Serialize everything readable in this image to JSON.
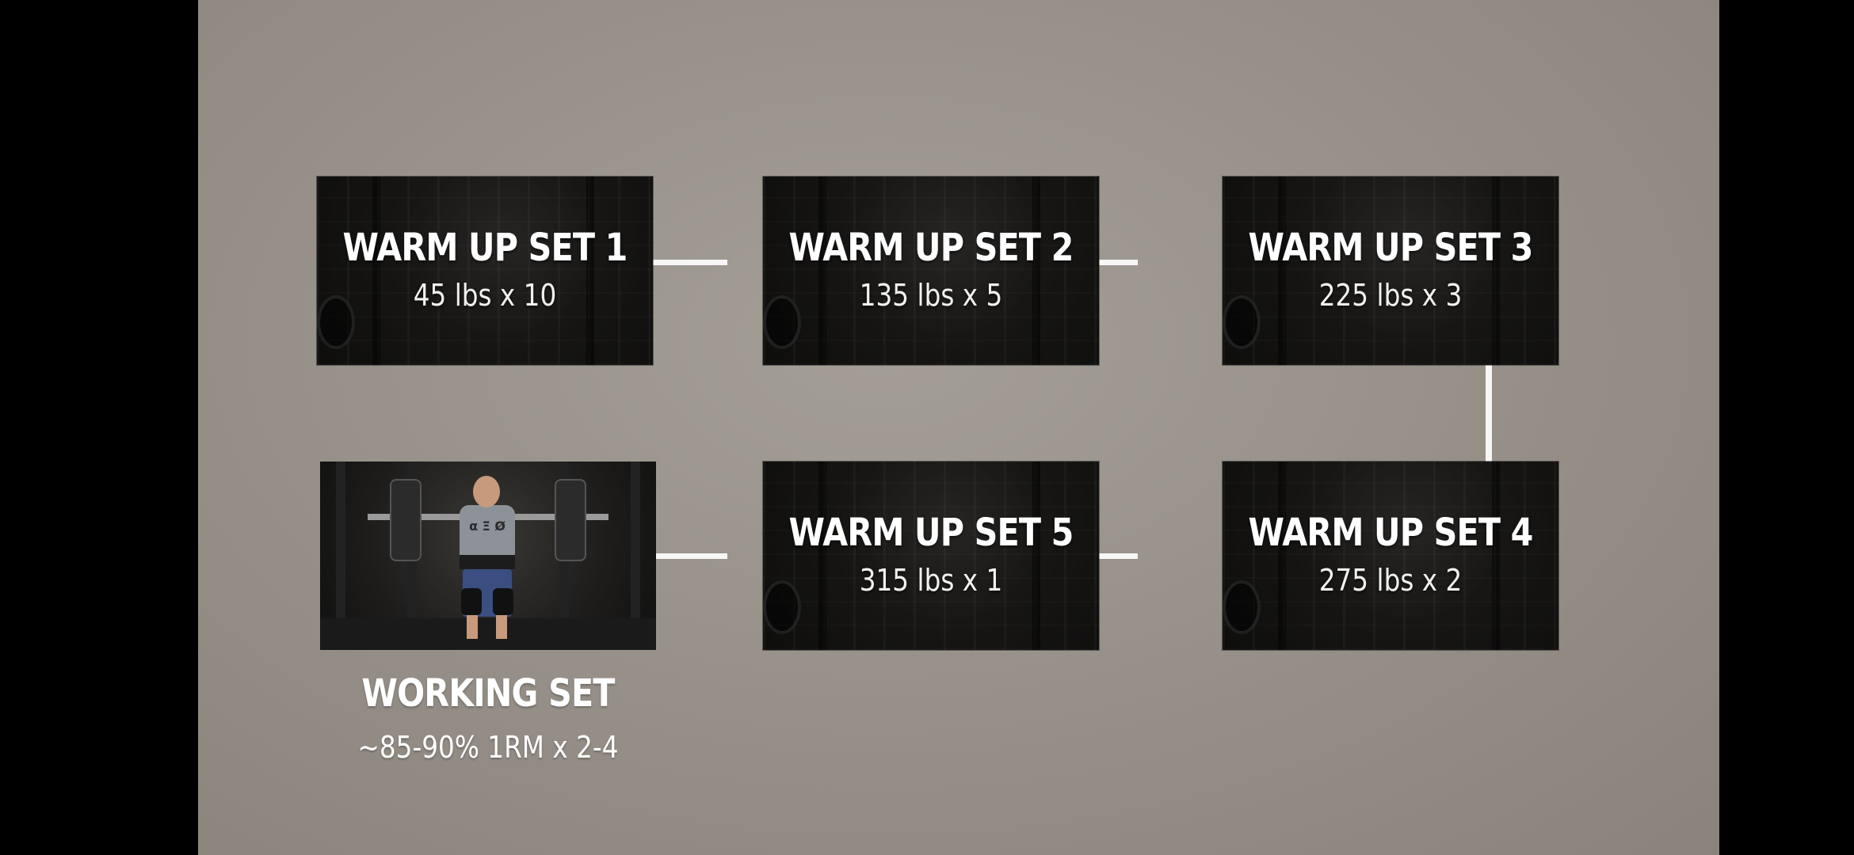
{
  "sets": [
    {
      "title": "WARM UP SET 1",
      "detail": "45 lbs x 10"
    },
    {
      "title": "WARM UP SET 2",
      "detail": "135 lbs x 5"
    },
    {
      "title": "WARM UP SET 3",
      "detail": "225 lbs x 3"
    },
    {
      "title": "WARM UP SET 4",
      "detail": "275 lbs x 2"
    },
    {
      "title": "WARM UP SET 5",
      "detail": "315 lbs x 1"
    }
  ],
  "working_set": {
    "title": "WORKING SET",
    "detail": "~85-90% 1RM x 2-4",
    "shirt_text": "α Ξ Ø"
  },
  "colors": {
    "background": "#958f87",
    "connector": "#ffffff",
    "card_text": "#ffffff"
  }
}
